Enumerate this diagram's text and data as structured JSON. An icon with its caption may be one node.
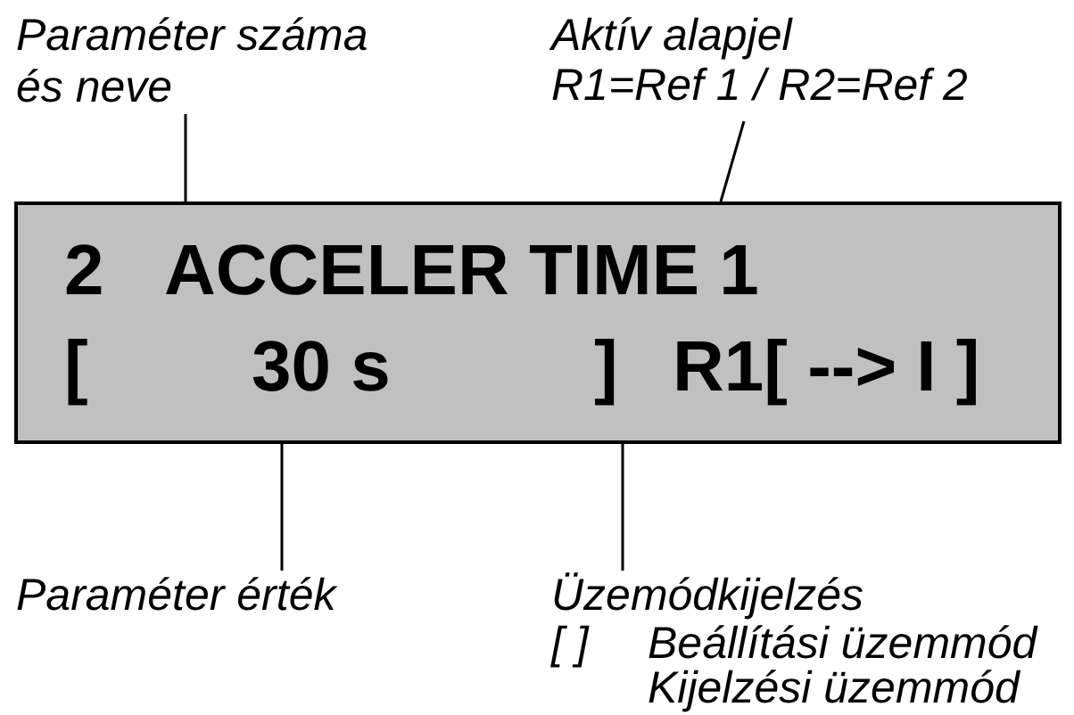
{
  "diagram": {
    "nodes": [
      {
        "text": [
          "2",
          "ACCELER TIME 1",
          "[",
          "30 s",
          "]",
          "R1[ --> I ]"
        ]
      },
      {
        "text": [
          "Paraméter száma és neve"
        ]
      },
      {
        "text": [
          "Aktív alapjel",
          "R1=Ref 1 / R2=Ref 2"
        ]
      },
      {
        "text": [
          "Paraméter érték"
        ]
      },
      {
        "text": [
          "Üzemódkijelzés",
          "[ ]",
          "Beállítási üzemmód",
          "Kijelzési üzemmód"
        ]
      }
    ],
    "edges": [
      {
        "from": 1,
        "to": 0,
        "arrow": "none"
      },
      {
        "from": 2,
        "to": 0,
        "arrow": "none"
      },
      {
        "from": 3,
        "to": 0,
        "arrow": "none"
      },
      {
        "from": 4,
        "to": 0,
        "arrow": "none"
      }
    ]
  }
}
